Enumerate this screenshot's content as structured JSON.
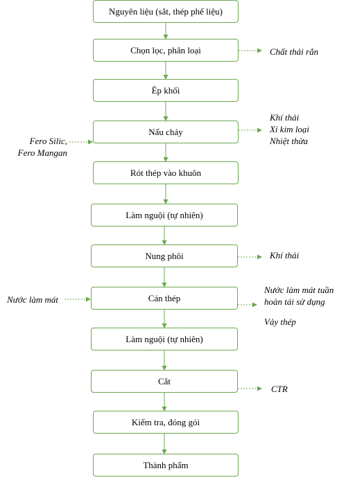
{
  "steps": [
    "Nguyên liệu (sắt, thép phế liệu)",
    "Chọn lọc, phân loại",
    "Ép khối",
    "Nấu chảy",
    "Rót thép vào khuôn",
    "Làm nguội (tự nhiên)",
    "Nung phôi",
    "Cán thép",
    "Làm nguội (tự nhiên)",
    "Cắt",
    "Kiểm tra, đóng gói",
    "Thành phẩm"
  ],
  "outputs": {
    "sorting_waste": "Chất thải rắn",
    "melting_emissions": [
      "Khí thải",
      "Xỉ kim loại",
      "Nhiệt thừa"
    ],
    "reheating_emissions": "Khí thải",
    "rolling_cooling_water": [
      "Nước làm mát tuần",
      "hoàn tái sử dụng"
    ],
    "rolling_scale": "Vảy thép",
    "cutting_waste": "CTR"
  },
  "inputs": {
    "melting_additives": [
      "Fero Silic,",
      "Fero Mangan"
    ],
    "rolling_water": "Nước làm mát"
  },
  "colors": {
    "line": "#6aa84f",
    "box_border": "#6aa84f"
  }
}
